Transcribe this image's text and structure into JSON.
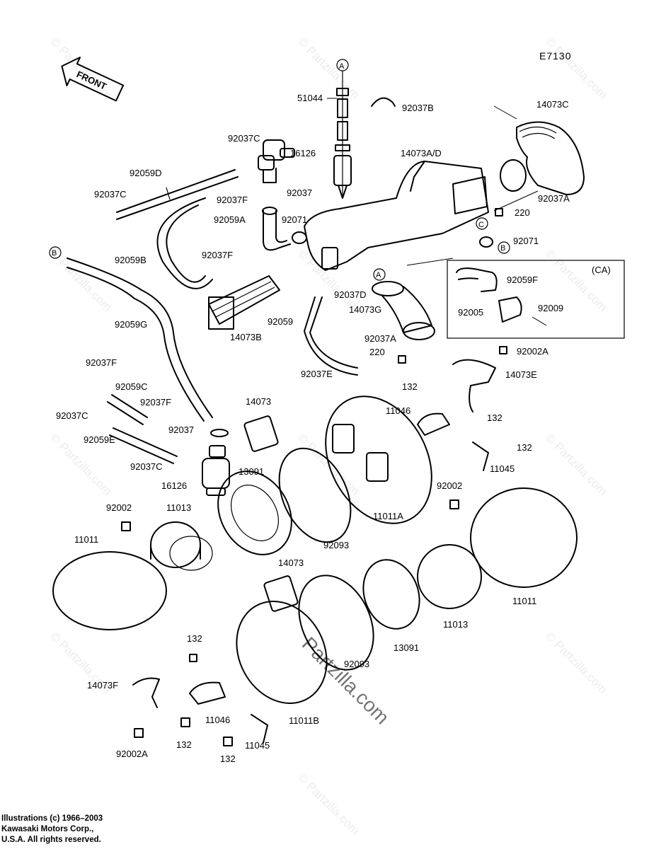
{
  "diagram": {
    "code": "E7130",
    "front_label": "FRONT",
    "markers": [
      "A",
      "B",
      "C"
    ],
    "region_label": "(CA)",
    "watermark": "© Partzilla.com",
    "watermark_big": "Partzilla.com",
    "parts": {
      "p51044": "51044",
      "p92037B": "92037B",
      "p14073C": "14073C",
      "p92037C_top": "92037C",
      "p16126_top": "16126",
      "p14073AD": "14073A/D",
      "p92059D": "92059D",
      "p92037_top": "92037",
      "p92037C_left": "92037C",
      "p92037F_top": "92037F",
      "p92037A_top": "92037A",
      "p220_top": "220",
      "p92059A": "92059A",
      "p92071_left": "92071",
      "p92071_right": "92071",
      "p92059B": "92059B",
      "p92037F_mid": "92037F",
      "p92059F": "92059F",
      "p92037D": "92037D",
      "p14073G": "14073G",
      "p92005": "92005",
      "p92009": "92009",
      "p92059": "92059",
      "p14073B": "14073B",
      "p92059G": "92059G",
      "p92037A_mid": "92037A",
      "p220_mid": "220",
      "p92002A_top": "92002A",
      "p92037F_low": "92037F",
      "p92037E": "92037E",
      "p14073E": "14073E",
      "p92059C": "92059C",
      "p132_a": "132",
      "p92037F_low2": "92037F",
      "p14073_top": "14073",
      "p11046_top": "11046",
      "p132_b": "132",
      "p92037C_low": "92037C",
      "p92037_low": "92037",
      "p132_c": "132",
      "p92059E": "92059E",
      "p11045_top": "11045",
      "p92037C_low2": "92037C",
      "p16126_low": "16126",
      "p13091_top": "13091",
      "p92002_right": "92002",
      "p92002_left": "92002",
      "p11013_left": "11013",
      "p11011A": "11011A",
      "p11011_left": "11011",
      "p92093_top": "92093",
      "p14073_low": "14073",
      "p11011_right": "11011",
      "p11013_right": "11013",
      "p132_d": "132",
      "p13091_low": "13091",
      "p92093_low": "92093",
      "p14073F": "14073F",
      "p11046_low": "11046",
      "p11011B": "11011B",
      "p132_e": "132",
      "p11045_low": "11045",
      "p92002A_low": "92002A",
      "p132_f": "132"
    }
  },
  "copyright": {
    "line1": "Illustrations (c) 1966–2003",
    "line2": "Kawasaki Motors Corp.,",
    "line3": "U.S.A.  All rights reserved."
  }
}
